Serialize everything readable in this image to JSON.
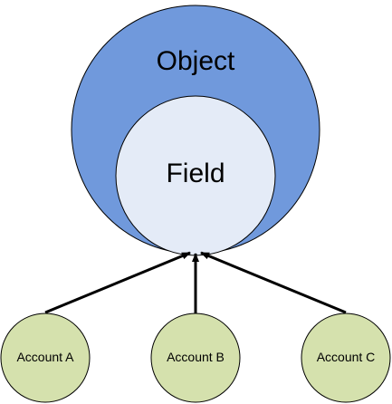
{
  "diagram": {
    "outer": {
      "label": "Object",
      "fill": "#7099dc",
      "stroke": "#000000"
    },
    "inner": {
      "label": "Field",
      "fill": "#e4ebf7",
      "stroke": "#000000"
    },
    "accounts": [
      {
        "label": "Account A",
        "fill": "#d5e1ad",
        "stroke": "#000000"
      },
      {
        "label": "Account B",
        "fill": "#d5e1ad",
        "stroke": "#000000"
      },
      {
        "label": "Account C",
        "fill": "#d5e1ad",
        "stroke": "#000000"
      }
    ],
    "arrow_color": "#000000"
  }
}
